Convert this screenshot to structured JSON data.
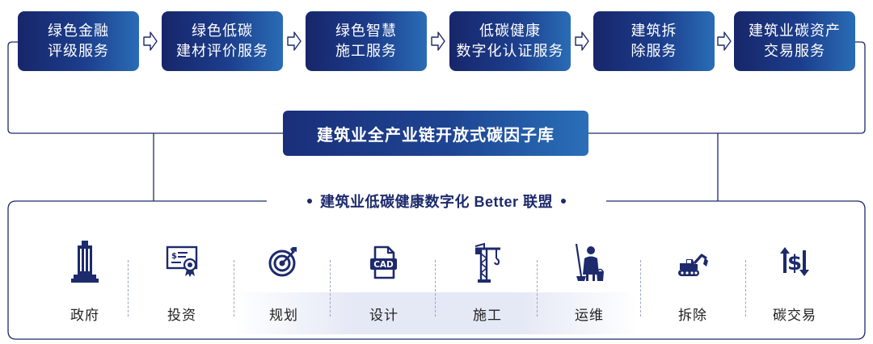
{
  "services": [
    {
      "line1": "绿色金融",
      "line2": "评级服务"
    },
    {
      "line1": "绿色低碳",
      "line2": "建材评价服务"
    },
    {
      "line1": "绿色智慧",
      "line2": "施工服务"
    },
    {
      "line1": "低碳健康",
      "line2": "数字化认证服务"
    },
    {
      "line1": "建筑拆",
      "line2": "除服务"
    },
    {
      "line1": "建筑业碳资产",
      "line2": "交易服务"
    }
  ],
  "factor_library": "建筑业全产业链开放式碳因子库",
  "alliance": "建筑业低碳健康数字化 Better 联盟",
  "stages": [
    {
      "label": "政府",
      "icon": "government-building-icon"
    },
    {
      "label": "投资",
      "icon": "investment-certificate-icon"
    },
    {
      "label": "规划",
      "icon": "target-icon"
    },
    {
      "label": "设计",
      "icon": "cad-file-icon"
    },
    {
      "label": "施工",
      "icon": "tower-crane-icon"
    },
    {
      "label": "运维",
      "icon": "cleaner-icon"
    },
    {
      "label": "拆除",
      "icon": "excavator-icon"
    },
    {
      "label": "碳交易",
      "icon": "currency-exchange-icon"
    }
  ],
  "colors": {
    "navy": "#1d2a6c",
    "gradient_start": "#17266a",
    "gradient_end": "#2a6cb6",
    "line": "#1d2a6c"
  }
}
